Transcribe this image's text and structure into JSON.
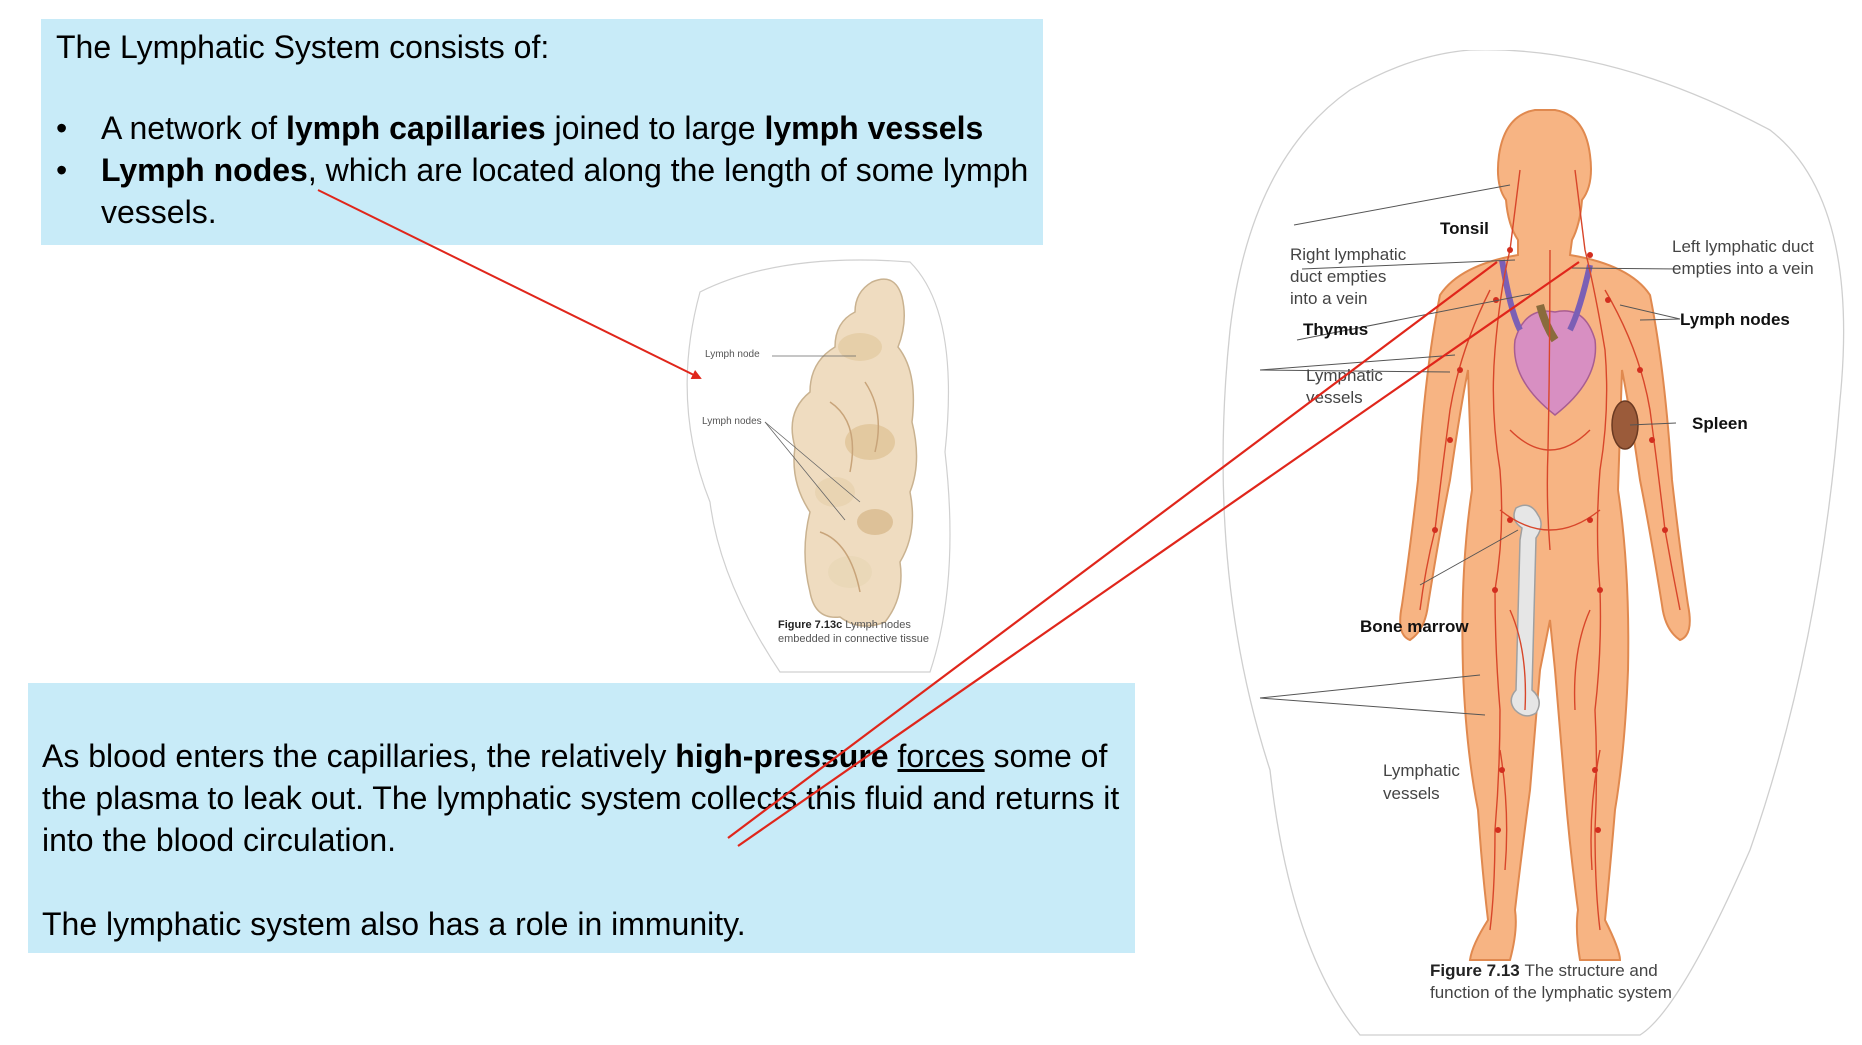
{
  "top_box": {
    "heading": "The Lymphatic System consists of:",
    "bullet_symbol": "•",
    "bullet1": {
      "t1": "A network of ",
      "b1": "lymph capillaries",
      "t2": " joined to large ",
      "b2": "lymph vessels"
    },
    "bullet2": {
      "b1": "Lymph nodes",
      "t1": ", which are located along the length of some lymph vessels."
    }
  },
  "bottom_box": {
    "para1": {
      "t1": "As blood enters the capillaries, the relatively ",
      "b1": "high-pressure",
      "t2": " ",
      "u1": "forces",
      "t3": " some of the plasma to leak out. The lymphatic system collects this fluid and returns it into the blood circulation."
    },
    "para2": "The lymphatic system also has a role in immunity."
  },
  "small_figure": {
    "label_node": "Lymph node",
    "label_nodes": "Lymph nodes",
    "caption_bold": "Figure 7.13c",
    "caption_text": "Lymph nodes",
    "caption_line2": "embedded in connective tissue"
  },
  "large_figure": {
    "labels": {
      "tonsil": "Tonsil",
      "right_duct_1": "Right lymphatic",
      "right_duct_2": "duct empties",
      "right_duct_3": "into a vein",
      "thymus": "Thymus",
      "lymph_vessels_upper_1": "Lymphatic",
      "lymph_vessels_upper_2": "vessels",
      "left_duct_1": "Left lymphatic duct",
      "left_duct_2": "empties into a vein",
      "lymph_nodes": "Lymph nodes",
      "spleen": "Spleen",
      "bone_marrow": "Bone marrow",
      "lymph_vessels_lower_1": "Lymphatic",
      "lymph_vessels_lower_2": "vessels"
    },
    "caption_bold": "Figure 7.13",
    "caption_text": "The structure and",
    "caption_line2": "function of the lymphatic system"
  },
  "colors": {
    "box_fill": "#c8ebf8",
    "annotation_arrow": "#e0261b",
    "body_fill": "#f7b483",
    "vessel": "#d8462a",
    "heart": "#d88fc2"
  }
}
